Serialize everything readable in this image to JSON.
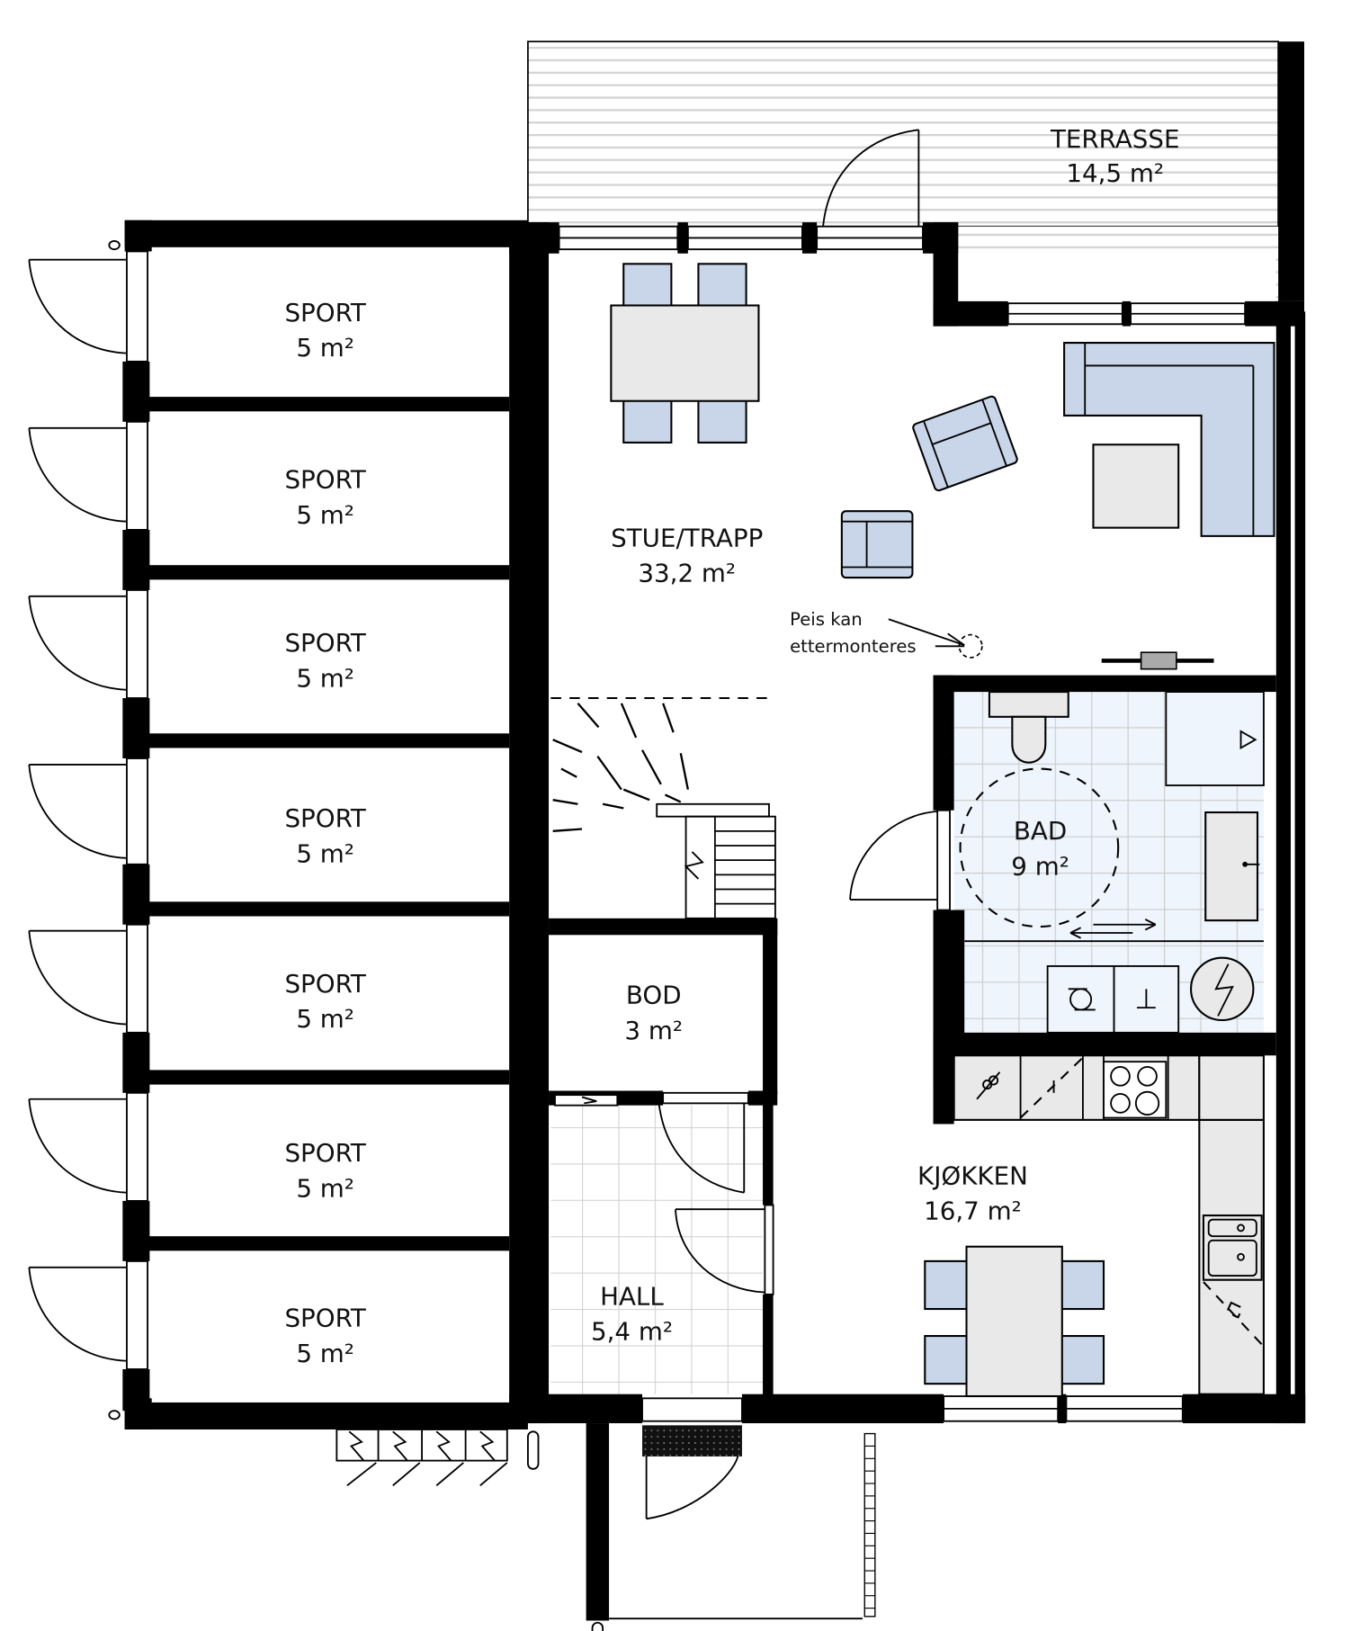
{
  "plan": {
    "type": "floor-plan",
    "units": "m²",
    "colors": {
      "wall": "#000000",
      "furniture": "#c9d6e9",
      "fixture": "#e9e9e9",
      "wet_tile_bg": "#eef5fc",
      "tile_grid": "#cccccc",
      "deck_stripe": "#d4d4d4"
    }
  },
  "rooms": {
    "terrasse": {
      "name": "TERRASSE",
      "area": "14,5 m²"
    },
    "stue": {
      "name": "STUE/TRAPP",
      "area": "33,2 m²"
    },
    "bad": {
      "name": "BAD",
      "area": "9 m²"
    },
    "bod": {
      "name": "BOD",
      "area": "3 m²"
    },
    "hall": {
      "name": "HALL",
      "area": "5,4 m²"
    },
    "kjokken": {
      "name": "KJØKKEN",
      "area": "16,7 m²"
    },
    "sport": [
      {
        "name": "SPORT",
        "area": "5 m²"
      },
      {
        "name": "SPORT",
        "area": "5 m²"
      },
      {
        "name": "SPORT",
        "area": "5 m²"
      },
      {
        "name": "SPORT",
        "area": "5 m²"
      },
      {
        "name": "SPORT",
        "area": "5 m²"
      },
      {
        "name": "SPORT",
        "area": "5 m²"
      },
      {
        "name": "SPORT",
        "area": "5 m²"
      }
    ]
  },
  "annotations": {
    "fireplace_line1": "Peis kan",
    "fireplace_line2": "ettermonteres"
  },
  "icons": {
    "fireplace": "fireplace-dashed-circle-icon",
    "heat_pump": "heat-pump-icon",
    "water_heater": "water-heater-icon",
    "washing_machine": "washing-machine-icon",
    "dryer": "dryer-icon",
    "stove": "stove-icon",
    "sink": "sink-icon",
    "dishwasher": "dishwasher-icon",
    "fridge": "fridge-icon",
    "bike_rack": "bike-rack-icon",
    "outdoor_light": "outdoor-light-icon"
  }
}
